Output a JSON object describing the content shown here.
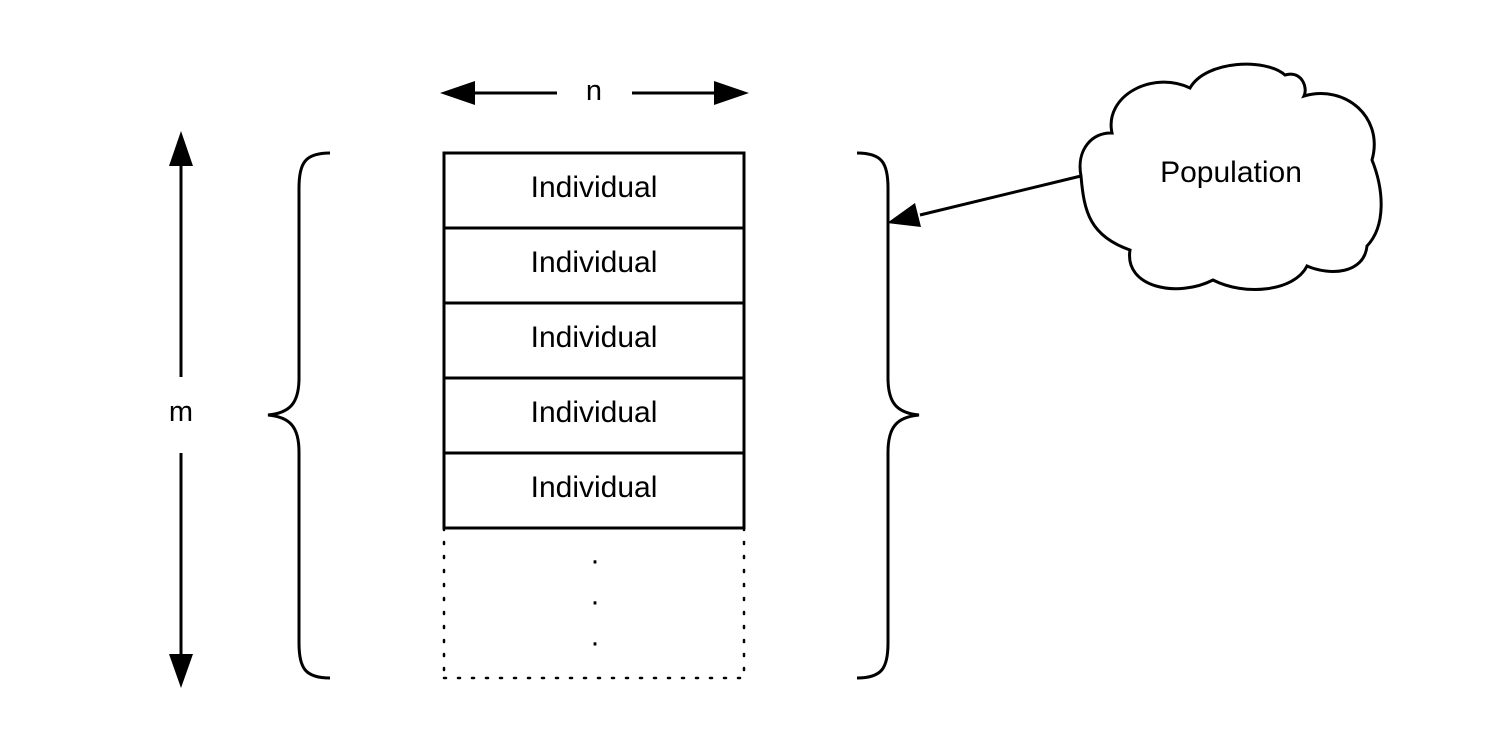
{
  "diagram": {
    "dimension_width_label": "n",
    "dimension_height_label": "m",
    "individual_labels": [
      "Individual",
      "Individual",
      "Individual",
      "Individual",
      "Individual"
    ],
    "continuation_dots": [
      "·",
      "·",
      "·"
    ],
    "cloud_label": "Population",
    "colors": {
      "stroke": "#000000",
      "background": "#ffffff"
    }
  }
}
